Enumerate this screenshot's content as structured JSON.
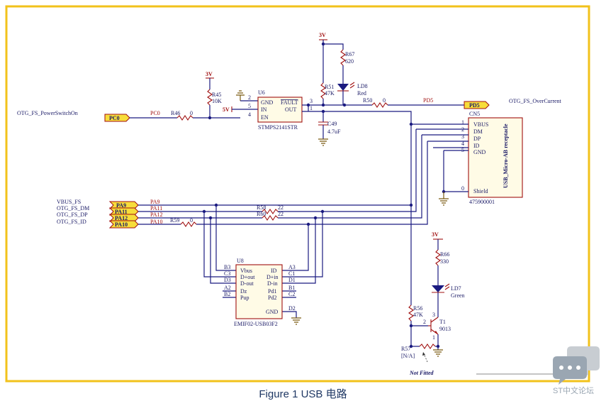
{
  "frame": {
    "border_color": "#f2c21b"
  },
  "nets": {
    "otg_power_switch_on": "OTG_FS_PowerSwitchOn",
    "otg_over_current": "OTG_FS_OverCurrent",
    "vbus_fs": "VBUS_FS",
    "otg_fs_dm": "OTG_FS_DM",
    "otg_fs_dp": "OTG_FS_DP",
    "otg_fs_id": "OTG_FS_ID"
  },
  "ports": {
    "pc0": "PC0",
    "pd5": "PD5",
    "pa9": "PA9",
    "pa11": "PA11",
    "pa12": "PA12",
    "pa10": "PA10"
  },
  "wire_labels": {
    "pc0": "PC0",
    "pd5": "PD5",
    "pa9": "PA9",
    "pa11": "PA11",
    "pa12": "PA12",
    "pa10": "PA10"
  },
  "power": {
    "v3_1": "3V",
    "v3_2": "3V",
    "v3_3": "3V",
    "v5": "5V"
  },
  "u6": {
    "ref": "U6",
    "part": "STMPS2141STR",
    "pins": {
      "gnd": "GND",
      "in": "IN",
      "en": "EN",
      "fault": "FAULT",
      "out": "OUT"
    },
    "pin_numbers": {
      "gnd": "2",
      "in": "5",
      "en": "4",
      "fault": "3",
      "out": "1"
    }
  },
  "cn5": {
    "ref": "CN5",
    "part": "475900001",
    "title": "USB_Micro-AB receptacle",
    "pins": [
      "VBUS",
      "DM",
      "DP",
      "ID",
      "GND"
    ],
    "pin_numbers": [
      "1",
      "2",
      "3",
      "4",
      "5"
    ],
    "shield": "Shield",
    "shield_pin": "0"
  },
  "u8": {
    "ref": "U8",
    "part": "EMIF02-USB03F2",
    "left_pins": [
      "Vbus",
      "D+out",
      "D-out",
      "Dz",
      "Pup"
    ],
    "left_balls": [
      "B3",
      "C3",
      "D3",
      "A2",
      "B2"
    ],
    "right_pins": [
      "ID",
      "D+in",
      "D-in",
      "Pd1",
      "Pd2",
      "GND"
    ],
    "right_balls": [
      "A3",
      "C1",
      "D1",
      "B1",
      "C2",
      "D2"
    ]
  },
  "resistors": {
    "r45": {
      "ref": "R45",
      "value": "10K"
    },
    "r46": {
      "ref": "R46",
      "value": "0"
    },
    "r67": {
      "ref": "R67",
      "value": "620"
    },
    "r51": {
      "ref": "R51",
      "value": "47K"
    },
    "r50": {
      "ref": "R50",
      "value": "0"
    },
    "r58": {
      "ref": "R58",
      "value": "22"
    },
    "r60": {
      "ref": "R60",
      "value": "22"
    },
    "r59": {
      "ref": "R59",
      "value": "0"
    },
    "r66": {
      "ref": "R66",
      "value": "330"
    },
    "r56": {
      "ref": "R56",
      "value": "47K"
    },
    "r57": {
      "ref": "R57",
      "value": "[N/A]"
    }
  },
  "capacitor": {
    "ref": "C49",
    "value": "4.7uF"
  },
  "leds": {
    "ld8": {
      "ref": "LD8",
      "color": "Red"
    },
    "ld7": {
      "ref": "LD7",
      "color": "Green"
    }
  },
  "transistor": {
    "ref": "T1",
    "part": "9013",
    "pins": {
      "c": "3",
      "b": "2",
      "e": "1"
    }
  },
  "notes": {
    "not_fitted": "Not Fitted"
  },
  "caption": "Figure 1 USB 电路",
  "watermark_text": "ST中文论坛"
}
